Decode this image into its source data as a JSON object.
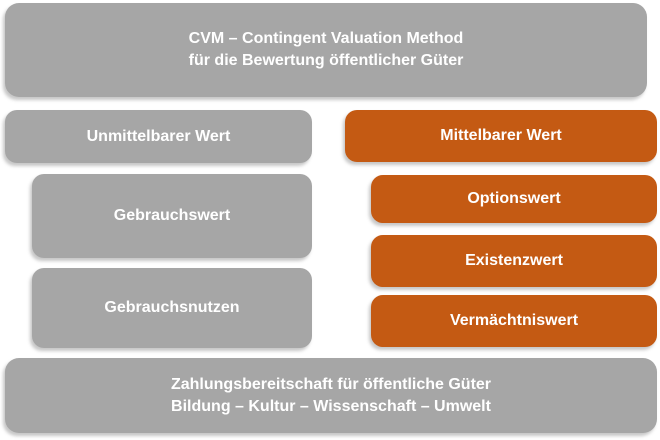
{
  "diagram": {
    "title_box": {
      "line1": "CVM – Contingent Valuation Method",
      "line2": "für die Bewertung öffentlicher Güter"
    },
    "left_column": {
      "header": "Unmittelbarer Wert",
      "items": [
        "Gebrauchswert",
        "Gebrauchsnutzen"
      ]
    },
    "right_column": {
      "header": "Mittelbarer Wert",
      "items": [
        "Optionswert",
        "Existenzwert",
        "Vermächtniswert"
      ]
    },
    "footer_box": {
      "line1": "Zahlungsbereitschaft für öffentliche Güter",
      "line2": "Bildung – Kultur – Wissenschaft – Umwelt"
    }
  },
  "colors": {
    "gray": "#A6A6A6",
    "orange": "#C45A13",
    "text": "#FFFFFF",
    "background": "#FFFFFF"
  }
}
